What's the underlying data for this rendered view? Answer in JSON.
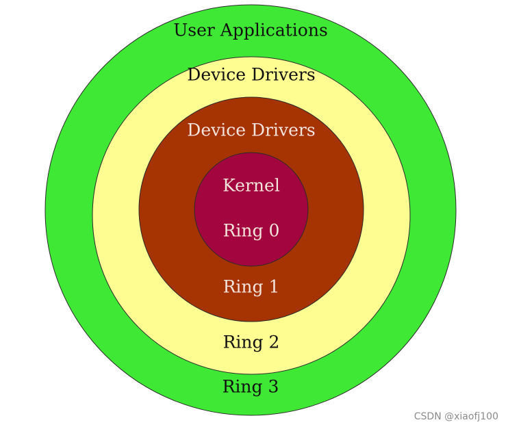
{
  "rings": [
    {
      "id": "ring-3",
      "labels": [
        "User Applications",
        "Ring 3"
      ],
      "color": "#3fe834"
    },
    {
      "id": "ring-2",
      "labels": [
        "Device Drivers",
        "Ring 2"
      ],
      "color": "#fdfd92"
    },
    {
      "id": "ring-1",
      "labels": [
        "Device Drivers",
        "Ring 1"
      ],
      "color": "#a63402"
    },
    {
      "id": "ring-0",
      "labels": [
        "Kernel",
        "Ring 0"
      ],
      "color": "#a3063e"
    }
  ],
  "watermark": "CSDN @xiaofj100"
}
